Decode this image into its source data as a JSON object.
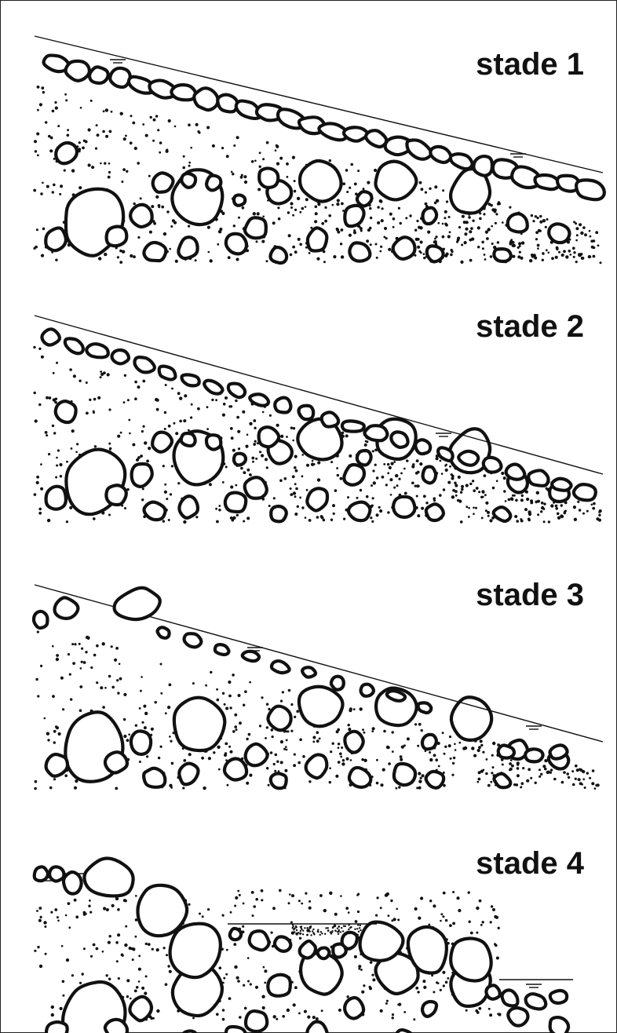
{
  "stages": [
    {
      "label": "stade 1"
    },
    {
      "label": "stade 2"
    },
    {
      "label": "stade 3"
    },
    {
      "label": "stade 4"
    }
  ],
  "colors": {
    "ink": "#111111",
    "paper": "#ffffff",
    "frame": "#222222"
  }
}
